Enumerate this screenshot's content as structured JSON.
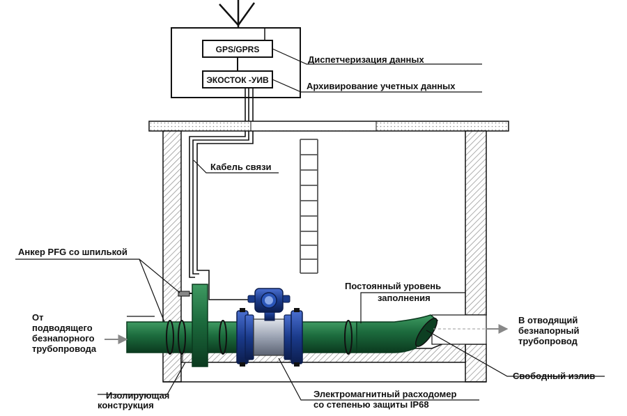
{
  "device": {
    "gps_label": "GPS/GPRS",
    "controller_label": "ЭКОСТОК -УИВ"
  },
  "labels": {
    "dispatch": "Диспетчеризация данных",
    "archive": "Архивирование учетных данных",
    "cable": "Кабель связи",
    "anchor": "Анкер PFG со шпилькой",
    "level_line1": "Постоянный уровень",
    "level_line2": "заполнения",
    "inlet_line1": "От",
    "inlet_line2": "подводящего",
    "inlet_line3": "безнапорного",
    "inlet_line4": "трубопровода",
    "outlet_line1": "В отводящий",
    "outlet_line2": "безнапорный",
    "outlet_line3": "трубопровод",
    "free_outlet": "Свободный излив",
    "insulation_line1": "Изолирующая",
    "insulation_line2": "конструкция",
    "meter_line1": "Электромагнитный расходомер",
    "meter_line2": "со степенью защиты IP68"
  },
  "colors": {
    "pipe": "#1c6b3d",
    "pipe_dark": "#0d3f22",
    "flange": "#1a3a8a",
    "meter_body": "#9aa2b2",
    "hatch": "#777777",
    "arrow": "#888888"
  }
}
